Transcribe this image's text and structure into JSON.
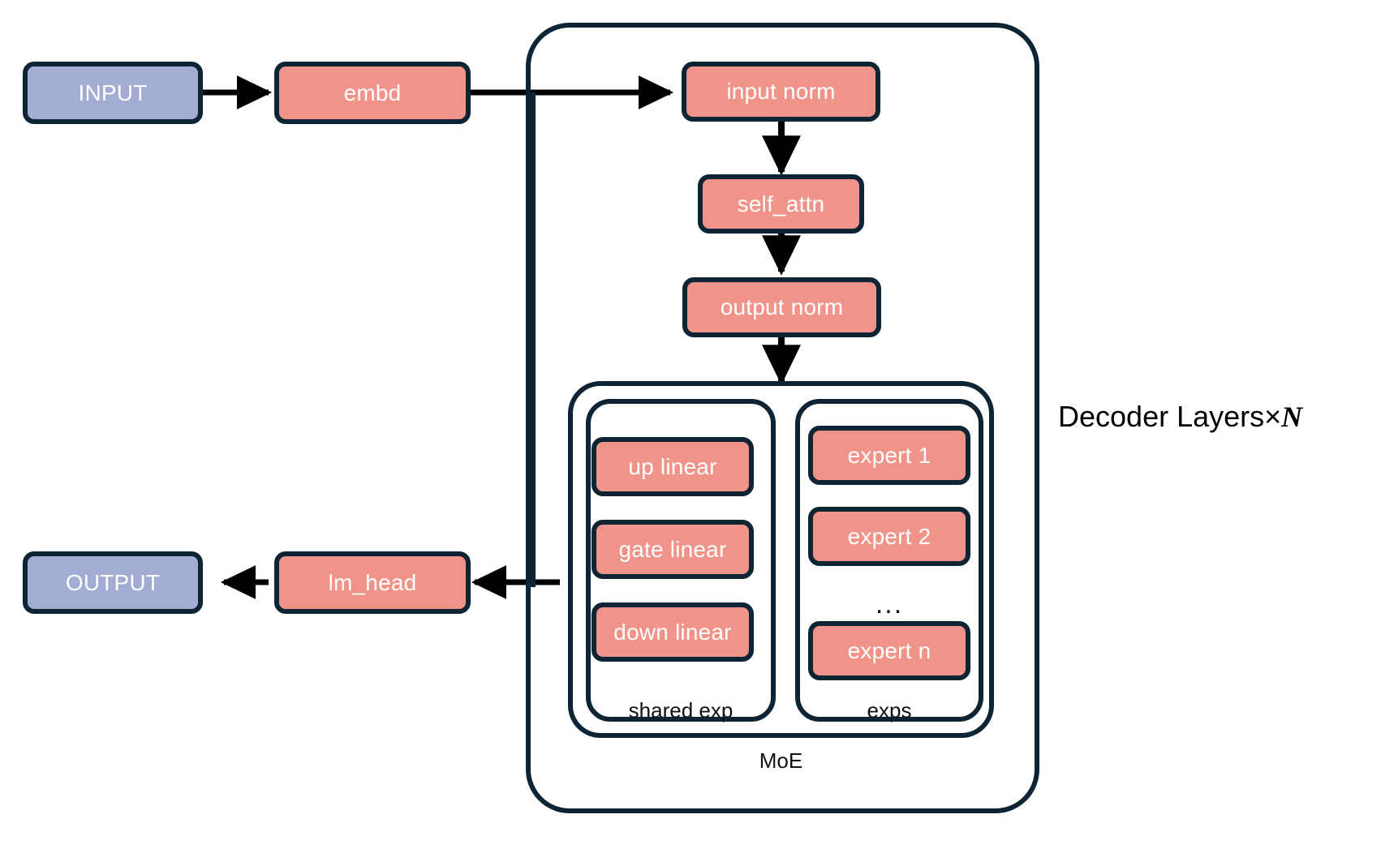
{
  "diagram": {
    "title": "MoE decoder-only transformer architecture",
    "colors": {
      "border": "#0d2435",
      "input_output_fill": "#a3acd2",
      "module_fill": "#f0948a",
      "arrow": "#000000",
      "background": "#ffffff",
      "label_text": "#111111"
    },
    "nodes": {
      "input": "INPUT",
      "embd": "embd",
      "input_norm": "input norm",
      "self_attn": "self_attn",
      "output_norm": "output norm",
      "up_linear": "up linear",
      "gate_linear": "gate linear",
      "down_linear": "down linear",
      "expert_1": "expert 1",
      "expert_2": "expert 2",
      "expert_ellipsis": "...",
      "expert_n": "expert n",
      "lm_head": "lm_head",
      "output": "OUTPUT"
    },
    "groups": {
      "decoder_label_prefix": "Decoder Layers×",
      "decoder_label_variable": "N",
      "moe": "MoE",
      "shared_exp": "shared exp",
      "exps": "exps"
    },
    "edges": [
      {
        "from": "INPUT",
        "to": "embd"
      },
      {
        "from": "embd",
        "to": "input norm"
      },
      {
        "from": "input norm",
        "to": "self_attn"
      },
      {
        "from": "self_attn",
        "to": "output norm"
      },
      {
        "from": "output norm",
        "to": "MoE"
      },
      {
        "from": "Decoder Layers",
        "to": "lm_head"
      },
      {
        "from": "lm_head",
        "to": "OUTPUT"
      }
    ]
  }
}
